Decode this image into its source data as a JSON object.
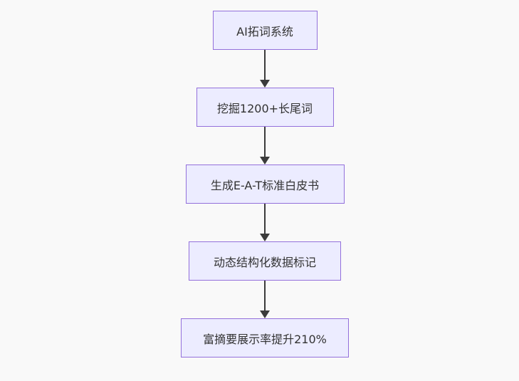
{
  "diagram": {
    "type": "flowchart",
    "direction": "top-down",
    "colors": {
      "background": "#f9f9f9",
      "node_fill": "#ECECFF",
      "node_border": "#9370DB",
      "text_color": "#333333",
      "arrow_color": "#3b3b3b"
    },
    "nodes": [
      {
        "id": "n1",
        "label": "AI拓词系统"
      },
      {
        "id": "n2",
        "label": "挖掘1200+长尾词"
      },
      {
        "id": "n3",
        "label": "生成E-A-T标准白皮书"
      },
      {
        "id": "n4",
        "label": "动态结构化数据标记"
      },
      {
        "id": "n5",
        "label": "富摘要展示率提升210%"
      }
    ],
    "edges": [
      {
        "from": "n1",
        "to": "n2",
        "style": "arrow-down"
      },
      {
        "from": "n2",
        "to": "n3",
        "style": "arrow-down"
      },
      {
        "from": "n3",
        "to": "n4",
        "style": "arrow-down"
      },
      {
        "from": "n4",
        "to": "n5",
        "style": "arrow-down"
      }
    ]
  }
}
